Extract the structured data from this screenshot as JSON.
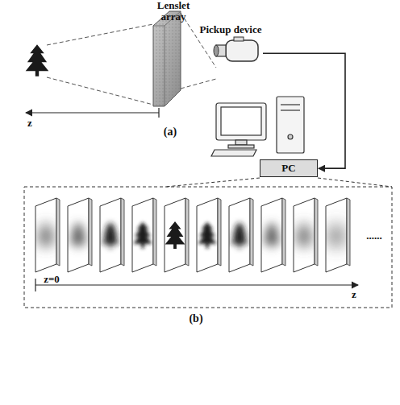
{
  "diagram": {
    "nodes": [
      {
        "text": [
          "Pickup device"
        ]
      },
      {
        "text": [
          "PC"
        ]
      }
    ],
    "edges": [
      {
        "from": 0,
        "to": 1,
        "arrow": "to"
      }
    ],
    "labels": [
      "Lenslet array",
      "z",
      "(a)",
      "z=0",
      "z",
      "......",
      "(b)"
    ]
  }
}
